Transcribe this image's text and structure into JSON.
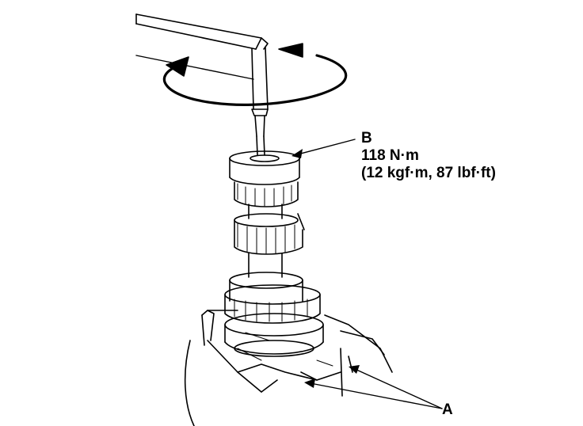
{
  "callouts": {
    "b": {
      "letter": "B",
      "torque": "118 N·m",
      "units": "(12 kgf·m, 87 lbf·ft)"
    },
    "a": {
      "letter": "A"
    }
  },
  "colors": {
    "ink": "#000000",
    "paper": "#ffffff"
  }
}
